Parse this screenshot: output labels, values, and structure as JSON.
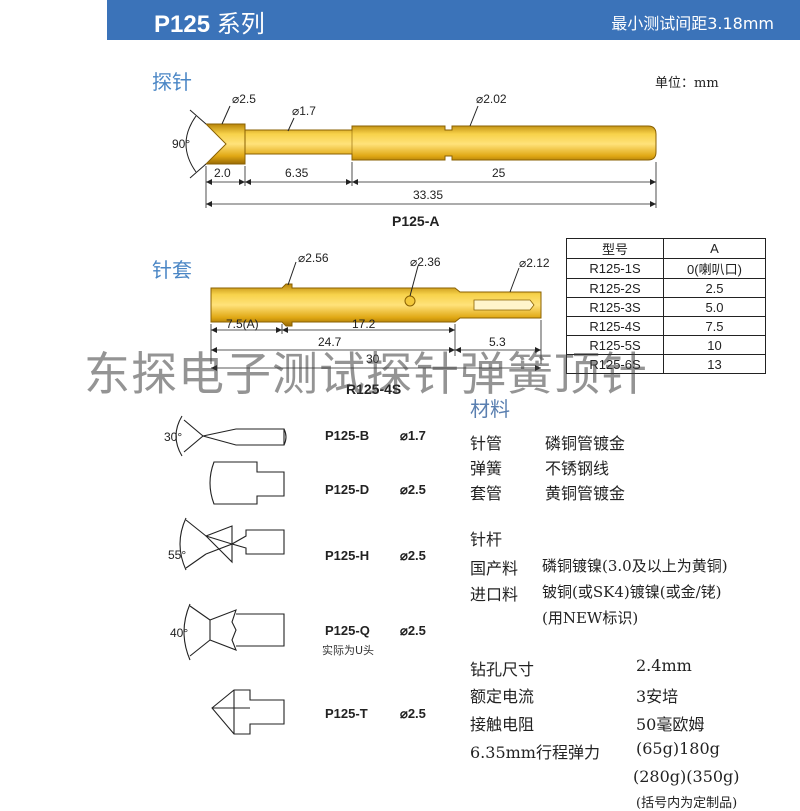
{
  "header": {
    "title_model": "P125",
    "title_series": "系列",
    "subtitle": "最小测试间距3.18mm"
  },
  "probe": {
    "section": "探针",
    "unit": "单位：mm",
    "angle": "90°",
    "d1": "⌀2.5",
    "d2": "⌀1.7",
    "d3": "⌀2.02",
    "len1": "2.0",
    "len2": "6.35",
    "len3": "25",
    "total": "33.35",
    "model": "P125-A"
  },
  "sleeve": {
    "section": "针套",
    "d1": "⌀2.56",
    "d2": "⌀2.36",
    "d3": "⌀2.12",
    "len_a": "7.5(A)",
    "len_b": "17.2",
    "len_c": "24.7",
    "len_d": "5.3",
    "total": "30",
    "model": "R125-4S"
  },
  "table": {
    "headers": [
      "型号",
      "A"
    ],
    "rows": [
      [
        "R125-1S",
        "0(喇叭口)"
      ],
      [
        "R125-2S",
        "2.5"
      ],
      [
        "R125-3S",
        "5.0"
      ],
      [
        "R125-4S",
        "7.5"
      ],
      [
        "R125-5S",
        "10"
      ],
      [
        "R125-6S",
        "13"
      ]
    ]
  },
  "watermark": "东探电子测试探针弹簧顶针",
  "tips": [
    {
      "angle": "30°",
      "model": "P125-B",
      "dia": "⌀1.7"
    },
    {
      "angle": "",
      "model": "P125-D",
      "dia": "⌀2.5"
    },
    {
      "angle": "55°",
      "model": "P125-H",
      "dia": "⌀2.5"
    },
    {
      "angle": "40°",
      "model": "P125-Q",
      "dia": "⌀2.5",
      "note": "实际为U头"
    },
    {
      "angle": "",
      "model": "P125-T",
      "dia": "⌀2.5"
    }
  ],
  "materials": {
    "title": "材料",
    "rows": [
      [
        "针管",
        "磷铜管镀金"
      ],
      [
        "弹簧",
        "不锈钢线"
      ],
      [
        "套管",
        "黄铜管镀金"
      ]
    ],
    "rod_title": "针杆",
    "rod": [
      [
        "国产料",
        "磷铜镀镍(3.0及以上为黄铜)"
      ],
      [
        "进口料",
        "铍铜(或SK4)镀镍(或金/铑)"
      ],
      [
        "",
        "(用NEW标识)"
      ]
    ]
  },
  "specs": {
    "rows": [
      [
        "钻孔尺寸",
        "2.4mm"
      ],
      [
        "额定电流",
        "3安培"
      ],
      [
        "接触电阻",
        "50毫欧姆"
      ],
      [
        "6.35mm行程弹力",
        "(65g)180g"
      ],
      [
        "",
        "(280g)(350g)"
      ]
    ],
    "cut": "(括号内为定制品)"
  },
  "colors": {
    "header": "#3b73b9",
    "section": "#4a86c5",
    "gold": "#e8b420",
    "gold_dark": "#a37405"
  }
}
